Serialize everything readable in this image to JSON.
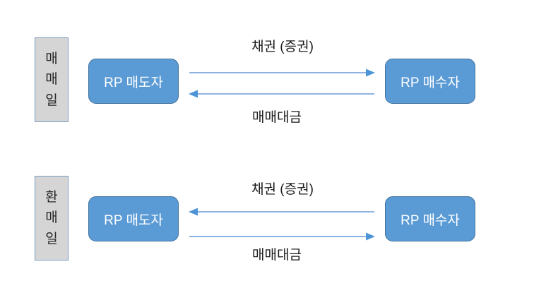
{
  "diagram": {
    "title_hint": "RP transaction flow diagram",
    "colors": {
      "background": "#ffffff",
      "node_fill": "#5b9bd5",
      "node_border": "#41719c",
      "node_text": "#ffffff",
      "phase_fill": "#d5d5d5",
      "phase_border": "#7a9cc0",
      "phase_text": "#262626",
      "arrow_line": "#7fa8dc",
      "arrow_head": "#4d94d6",
      "label_text": "#1a1a1a"
    },
    "sections": [
      {
        "phase": "매매일",
        "seller": "RP 매도자",
        "buyer": "RP 매수자",
        "top_label": "채권 (증권)",
        "bottom_label": "매매대금",
        "top_arrow_direction": "right",
        "bottom_arrow_direction": "left"
      },
      {
        "phase": "환매일",
        "seller": "RP 매도자",
        "buyer": "RP 매수자",
        "top_label": "채권 (증권)",
        "bottom_label": "매매대금",
        "top_arrow_direction": "left",
        "bottom_arrow_direction": "right"
      }
    ]
  }
}
